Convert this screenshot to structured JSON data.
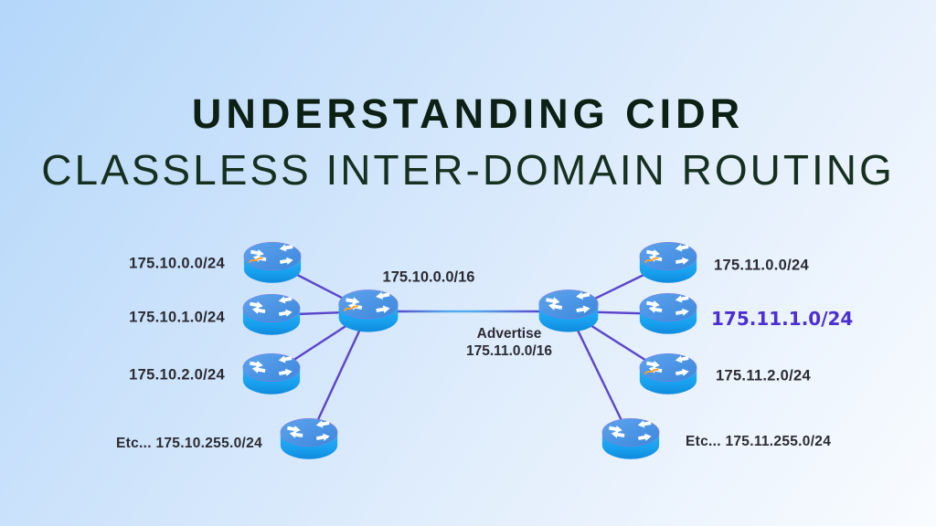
{
  "title": "UNDERSTANDING CIDR",
  "subtitle": "CLASSLESS INTER-DOMAIN ROUTING",
  "left_network": {
    "aggregate_label": "175.10.0.0/16",
    "subnets": [
      "175.10.0.0/24",
      "175.10.1.0/24",
      "175.10.2.0/24"
    ],
    "etc_label": "Etc... 175.10.255.0/24"
  },
  "advertise": {
    "line1": "Advertise",
    "line2": "175.11.0.0/16"
  },
  "right_network": {
    "subnets": [
      "175.11.0.0/24",
      "175.11.1.0/24",
      "175.11.2.0/24"
    ],
    "etc_label": "Etc... 175.11.255.0/24"
  },
  "colors": {
    "background_top_left": "#b4d7fa",
    "background_bottom_right": "#f9fcff",
    "title_text": "#0c2014",
    "label_text": "#2b2b33",
    "highlight_label_text": "#4c2fd2",
    "link_line": "#5b45cb",
    "router_body_blue": "#18a0ee",
    "router_top_blue": "#4b94e4",
    "router_accent_orange": "#ffa02f"
  }
}
